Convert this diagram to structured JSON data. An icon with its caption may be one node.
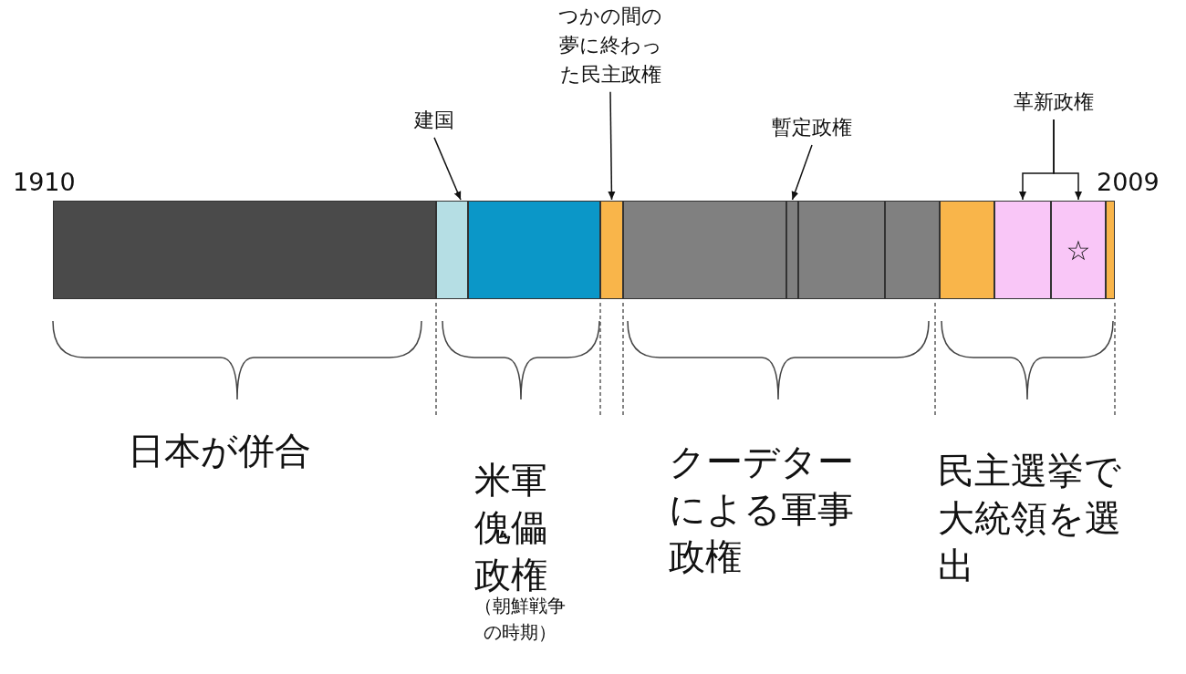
{
  "diagram": {
    "nodes": [
      {
        "text": [
          "建国"
        ]
      },
      {
        "text": [
          "つかの間の夢に終わった民主政権"
        ]
      },
      {
        "text": [
          "暫定政権"
        ]
      },
      {
        "text": [
          "革新政権"
        ]
      },
      {
        "text": [],
        "shape": "bar"
      },
      {
        "text": [],
        "shape": "bar"
      },
      {
        "text": [],
        "shape": "bar"
      },
      {
        "text": [],
        "shape": "bar"
      },
      {
        "text": [],
        "shape": "bar"
      },
      {
        "text": [],
        "shape": "bar"
      },
      {
        "text": [],
        "shape": "bar"
      },
      {
        "text": [],
        "shape": "bar"
      },
      {
        "text": [],
        "shape": "bar"
      },
      {
        "text": [],
        "shape": "bar"
      },
      {
        "text": [
          "☆"
        ]
      },
      {
        "text": [],
        "shape": "bar"
      }
    ],
    "edges": [
      {
        "from": 0,
        "to": 5,
        "arrow": "to"
      },
      {
        "from": 1,
        "to": 7,
        "arrow": "to"
      },
      {
        "from": 2,
        "to": 9,
        "arrow": "to"
      },
      {
        "from": 3,
        "to": 13,
        "arrow": "to"
      },
      {
        "from": 3,
        "to": 14,
        "arrow": "to"
      }
    ],
    "labels": [
      "1910",
      "2009",
      "日本が併合",
      "米軍傀儡政権",
      "（朝鮮戦争の時期）",
      "クーデターによる軍事政権",
      "民主選挙で大統領を選出"
    ]
  }
}
